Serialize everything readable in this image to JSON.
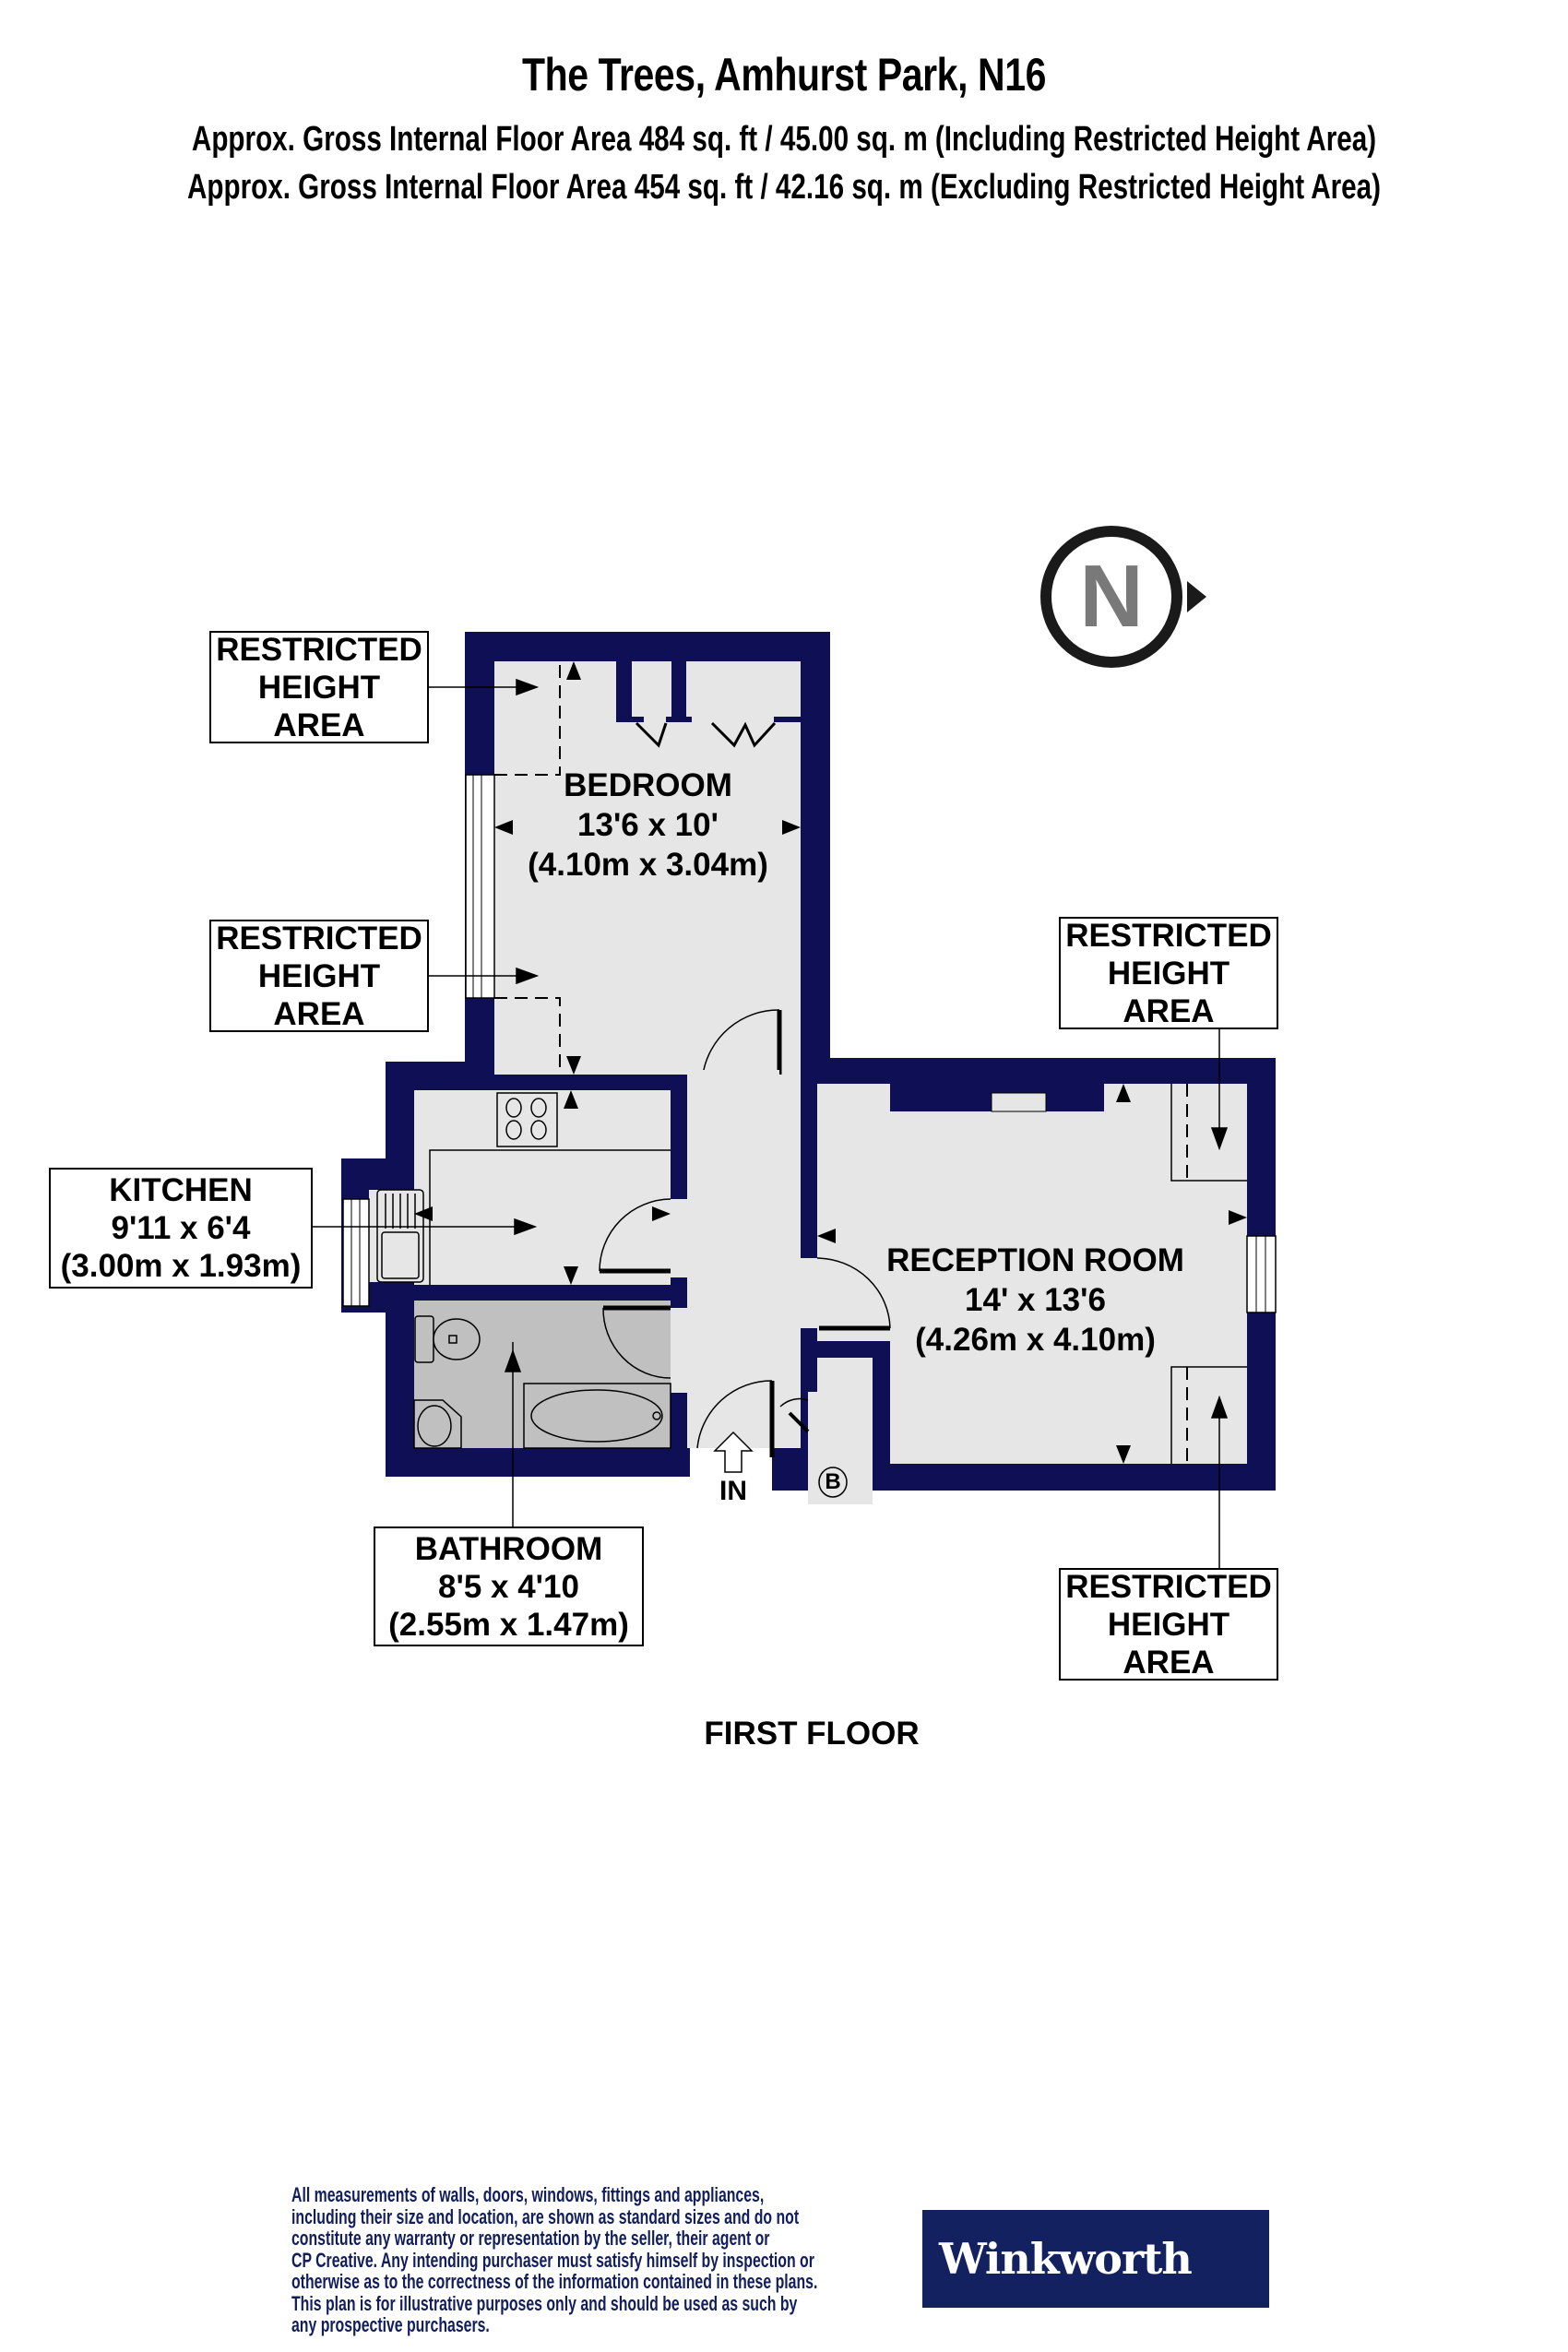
{
  "header": {
    "title": "The Trees, Amhurst Park, N16",
    "area_including": "Approx. Gross Internal Floor Area 484 sq. ft / 45.00 sq. m (Including Restricted Height Area)",
    "area_excluding": "Approx. Gross Internal Floor Area 454 sq. ft / 42.16 sq. m (Excluding Restricted Height Area)"
  },
  "compass": {
    "letter": "N",
    "direction": "east-pointing"
  },
  "rooms": {
    "bedroom": {
      "name": "BEDROOM",
      "imperial": "13'6 x 10'",
      "metric": "(4.10m x 3.04m)"
    },
    "kitchen": {
      "name": "KITCHEN",
      "imperial": "9'11 x 6'4",
      "metric": "(3.00m x 1.93m)"
    },
    "bathroom": {
      "name": "BATHROOM",
      "imperial": "8'5 x 4'10",
      "metric": "(2.55m x 1.47m)"
    },
    "reception": {
      "name": "RECEPTION ROOM",
      "imperial": "14' x 13'6",
      "metric": "(4.26m x 4.10m)"
    }
  },
  "restricted_labels": [
    {
      "line1": "RESTRICTED",
      "line2": "HEIGHT",
      "line3": "AREA"
    },
    {
      "line1": "RESTRICTED",
      "line2": "HEIGHT",
      "line3": "AREA"
    },
    {
      "line1": "RESTRICTED",
      "line2": "HEIGHT",
      "line3": "AREA"
    },
    {
      "line1": "RESTRICTED",
      "line2": "HEIGHT",
      "line3": "AREA"
    }
  ],
  "markers": {
    "entrance": "IN",
    "boiler": "B"
  },
  "floor_name": "FIRST FLOOR",
  "footer": {
    "disclaimer_lines": [
      "All measurements of walls, doors, windows, fittings and appliances,",
      "including their size and location, are shown as standard sizes and do not",
      "constitute any warranty or representation by the seller, their agent or",
      "CP Creative. Any intending purchaser must satisfy himself by inspection or",
      "otherwise as to the correctness of the information contained in these plans.",
      "This plan is for illustrative purposes only and should be used as such by",
      "any prospective purchasers."
    ],
    "brand": "Winkworth"
  },
  "colors": {
    "wall": "#0e0f55",
    "floor": "#e6e6e6",
    "bathroom_floor": "#c0c0c0",
    "brand_bg": "#132160",
    "disclaimer_text": "#121e5c",
    "compass_letter": "#797979"
  }
}
